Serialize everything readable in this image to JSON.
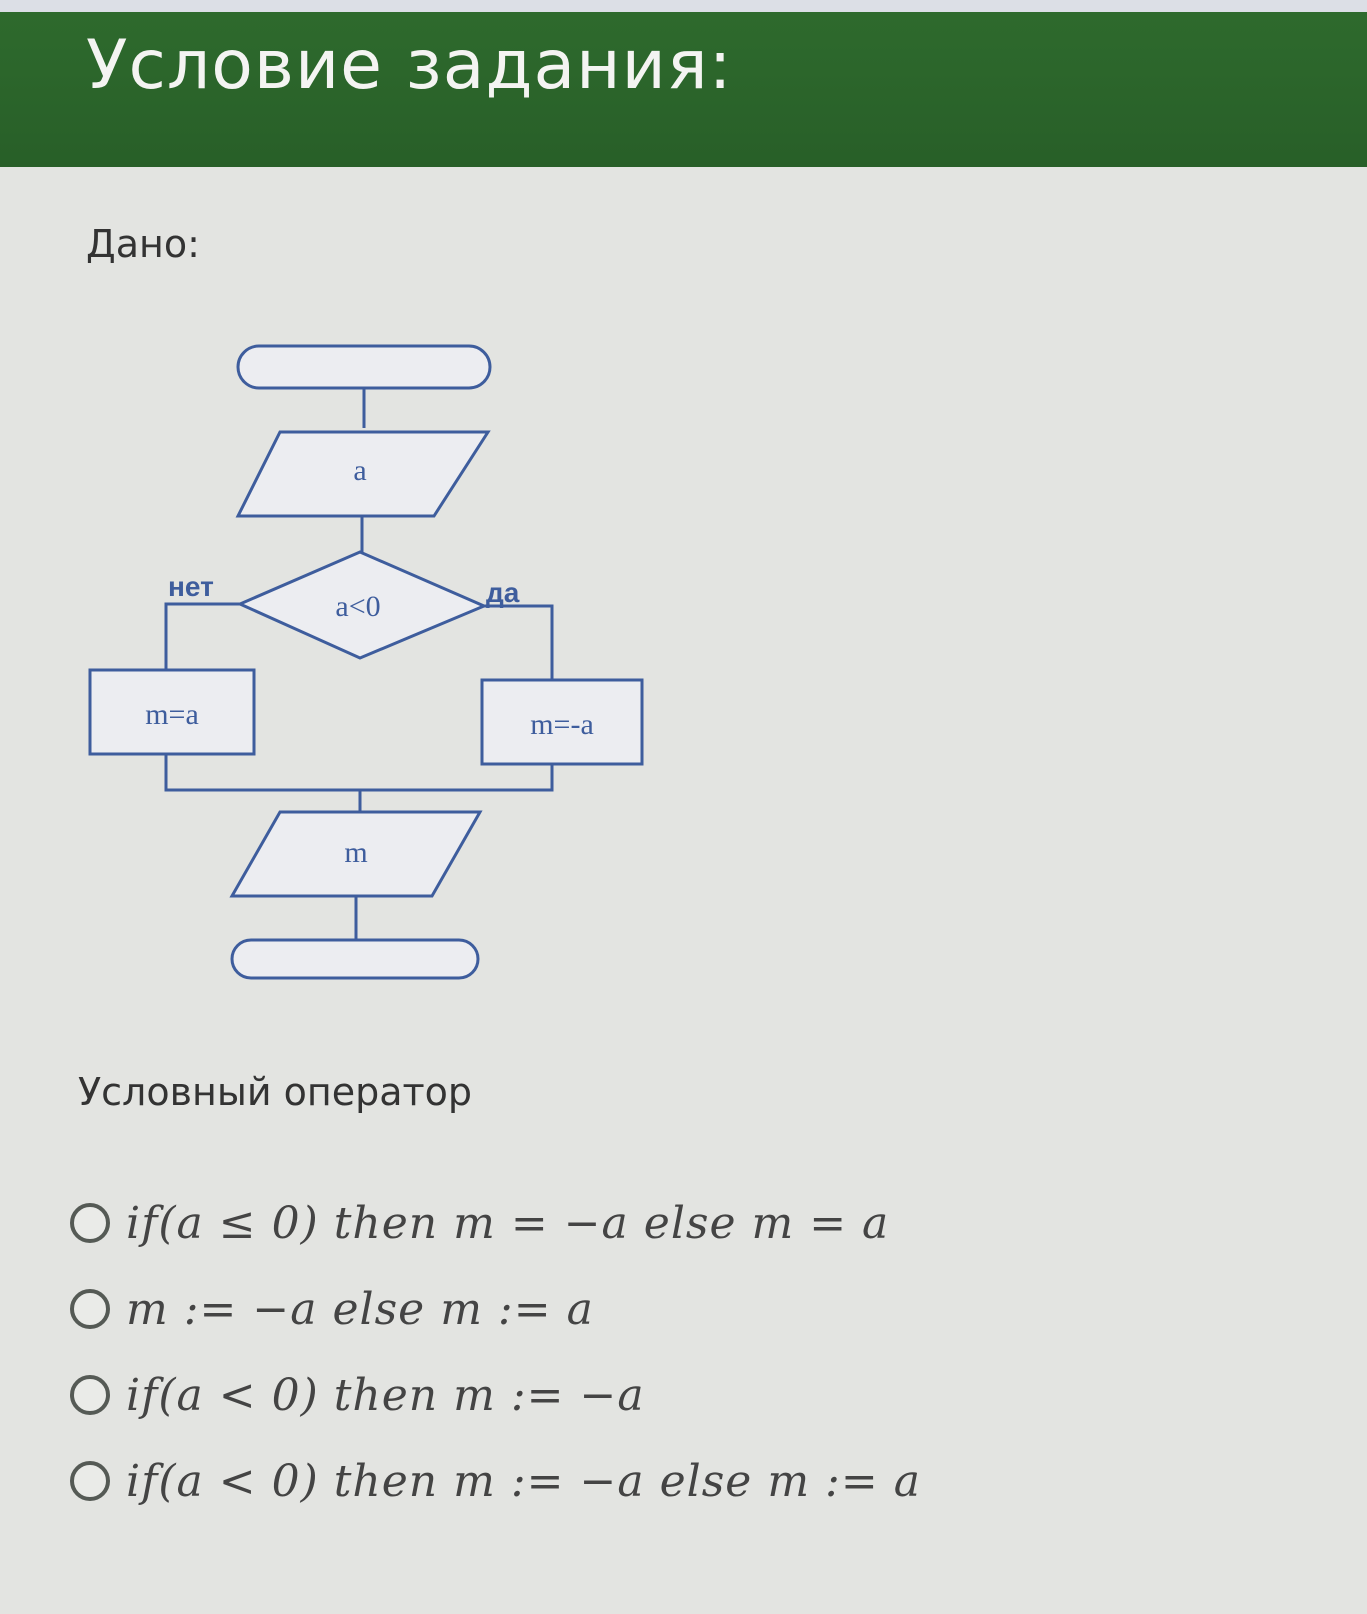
{
  "header": {
    "title": "Условие задания:"
  },
  "given_label": "Дано:",
  "flowchart": {
    "input_var": "a",
    "condition": "a<0",
    "no_label": "нет",
    "yes_label": "да",
    "no_branch": "m=a",
    "yes_branch": "m=-a",
    "output_var": "m"
  },
  "question": "Условный оператор",
  "options": [
    {
      "text": "if(a ≤ 0) then m = −a else m = a",
      "selected": false
    },
    {
      "text": "m := −a else m := a",
      "selected": false
    },
    {
      "text": "if(a < 0) then m := −a",
      "selected": false
    },
    {
      "text": "if(a < 0) then m := −a else m := a",
      "selected": false
    }
  ],
  "colors": {
    "header_bg": "#2b652b",
    "flowchart_stroke": "#3e5d9d",
    "page_bg": "#e3e4e1"
  }
}
